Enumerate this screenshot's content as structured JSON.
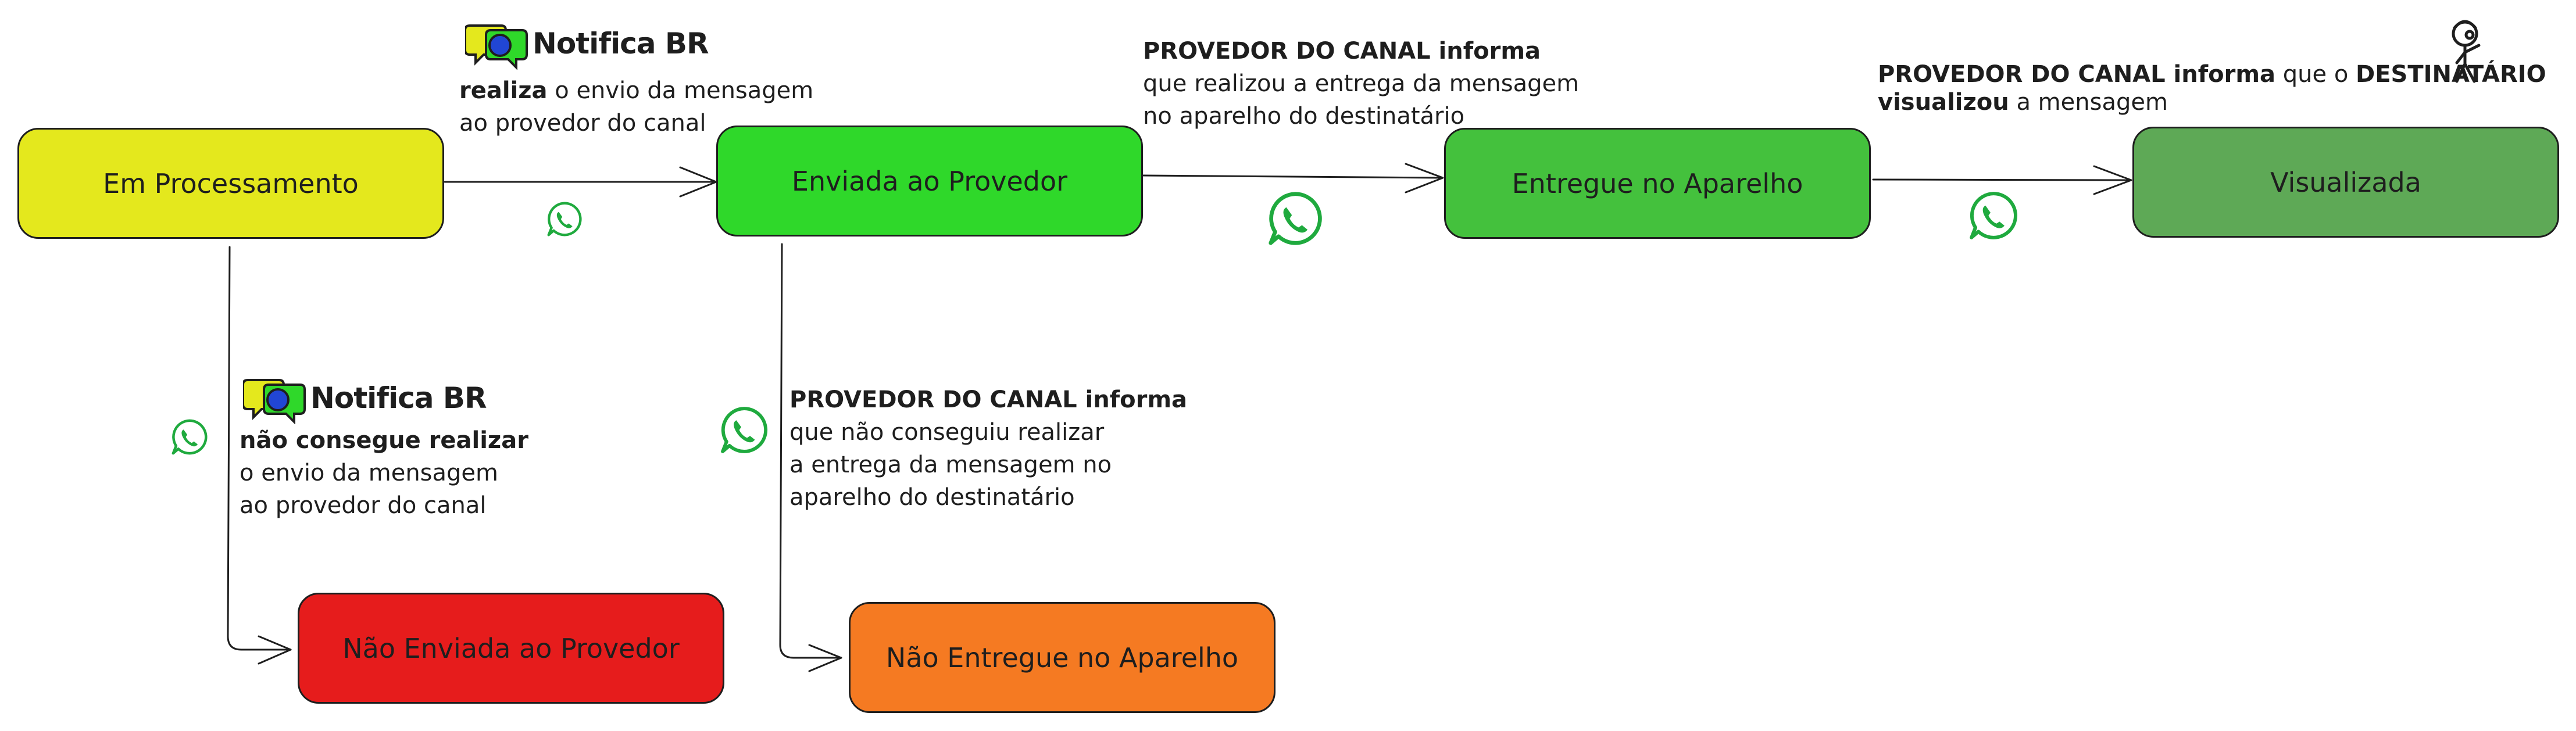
{
  "nodes": {
    "em_processamento": "Em Processamento",
    "enviada_provedor": "Enviada ao Provedor",
    "entregue_aparelho": "Entregue no Aparelho",
    "visualizada": "Visualizada",
    "nao_enviada": "Não Enviada ao Provedor",
    "nao_entregue": "Não Entregue no Aparelho"
  },
  "brand_name": "Notifica BR",
  "annotations": {
    "envio": {
      "bold": "realiza",
      "line1": " o envio da mensagem",
      "line2": "ao provedor do canal"
    },
    "entrega": {
      "bold": "PROVEDOR DO CANAL informa",
      "line1": "que realizou a entrega da mensagem",
      "line2": "no aparelho do destinatário"
    },
    "visualizacao": {
      "bold1": "PROVEDOR DO CANAL informa",
      "mid": " que o ",
      "bold2": "DESTINATÁRIO",
      "bold3": "visualizou",
      "rest": " a mensagem"
    },
    "falha_envio": {
      "bold": "não consegue realizar",
      "line1": "o envio da mensagem",
      "line2": "ao provedor do canal"
    },
    "falha_entrega": {
      "bold": "PROVEDOR DO CANAL informa",
      "line1": "que não conseguiu realizar",
      "line2": "a entrega da mensagem no",
      "line3": "aparelho do destinatário"
    }
  },
  "colors": {
    "em_processamento": "#e4e81d",
    "enviada_provedor": "#2fd82a",
    "entregue_aparelho": "#44c13d",
    "visualizada": "#5ea956",
    "nao_enviada": "#e61c1c",
    "nao_entregue": "#f57a22",
    "whatsapp": "#1faa3e"
  },
  "icons": [
    "notifica-br-logo-icon",
    "whatsapp-icon",
    "stick-figure-icon"
  ]
}
